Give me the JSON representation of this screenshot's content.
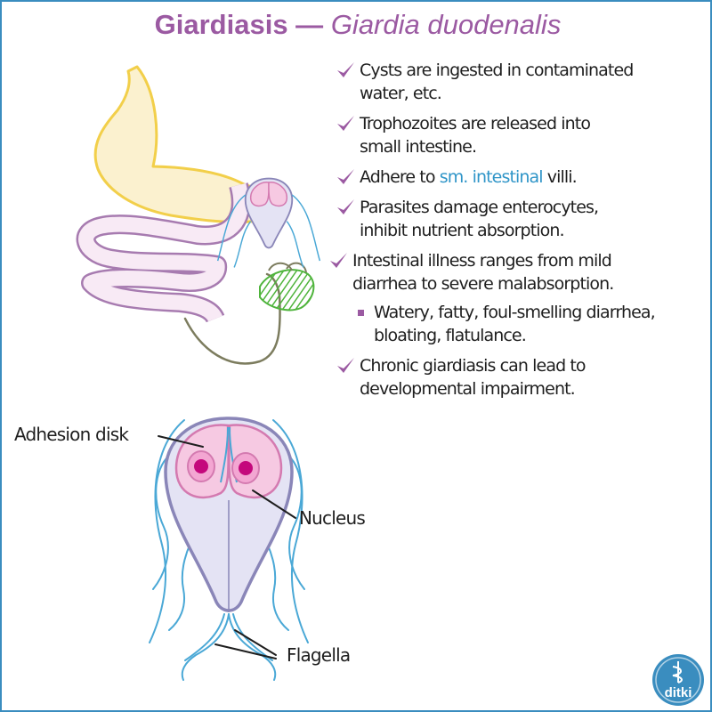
{
  "title": {
    "main": "Giardiasis —",
    "species": "Giardia duodenalis"
  },
  "bullets": [
    {
      "lines": [
        "Cysts are ingested in contaminated",
        "water, etc."
      ]
    },
    {
      "lines": [
        "Trophozoites are released into",
        "small intestine."
      ]
    },
    {
      "pre": "Adhere to ",
      "highlight": "sm. intestinal",
      "post": " villi."
    },
    {
      "lines": [
        "Parasites damage enterocytes,",
        "inhibit nutrient absorption."
      ]
    },
    {
      "lines": [
        "Intestinal illness ranges from mild",
        "diarrhea to severe malabsorption."
      ]
    },
    {
      "lines": [
        "Watery, fatty, foul-smelling diarrhea,",
        "bloating, flatulance."
      ]
    },
    {
      "lines": [
        "Chronic giardiasis can lead to",
        "developmental impairment."
      ]
    }
  ],
  "labels": {
    "adhesion_disk": "Adhesion disk",
    "nucleus": "Nucleus",
    "flagella": "Flagella"
  },
  "logo": {
    "text": "ditki"
  },
  "colors": {
    "title": "#9b5aa2",
    "check": "#9b5aa2",
    "highlight": "#2f95c8",
    "stomach_fill": "#fbf1cf",
    "stomach_outline": "#f2cf4a",
    "intestine_fill": "#f8eaf5",
    "intestine_outline": "#a77bb0",
    "parasite_body": "#e4e3f4",
    "parasite_outline": "#8a86b8",
    "disk_fill": "#f6c9e2",
    "nucleus": "#c4087c",
    "flagella": "#4aa8d6",
    "appendix_hatch": "#4fb43c",
    "border": "#3a8dbf"
  }
}
